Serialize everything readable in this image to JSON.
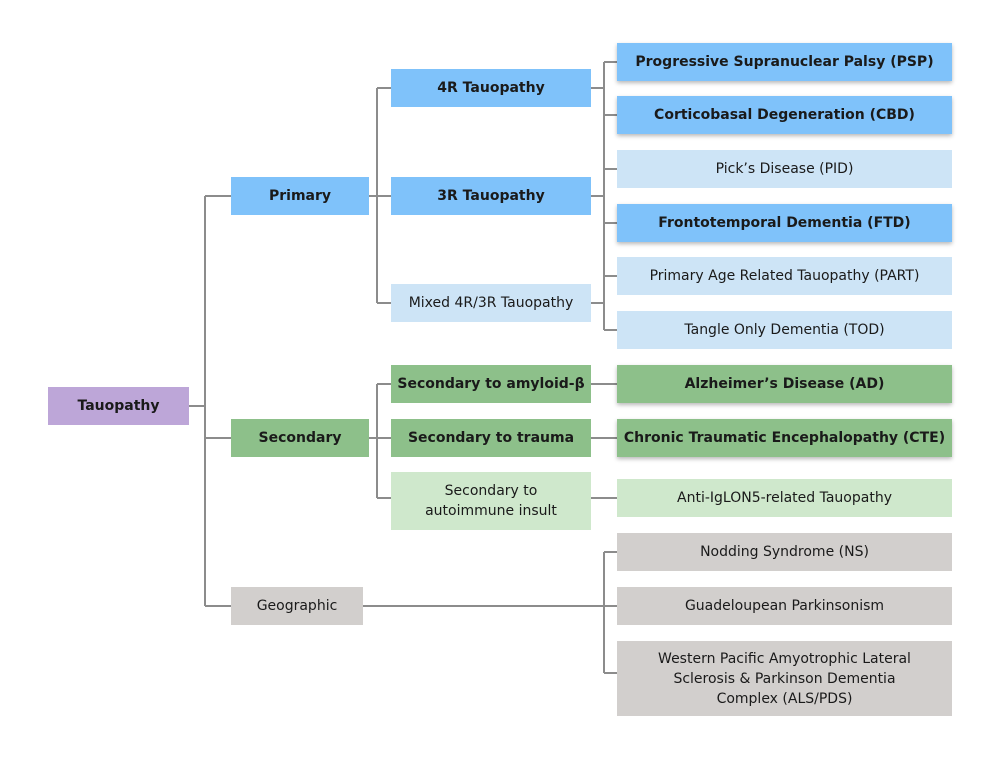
{
  "root": "Tauopathy",
  "categories": {
    "primary": "Primary",
    "secondary": "Secondary",
    "geographic": "Geographic"
  },
  "primary_types": {
    "four_r": "4R Tauopathy",
    "three_r": "3R Tauopathy",
    "mixed": "Mixed 4R/3R Tauopathy"
  },
  "primary_diseases": {
    "psp": "Progressive Supranuclear Palsy (PSP)",
    "cbd": "Corticobasal Degeneration (CBD)",
    "pid": "Pick’s Disease (PID)",
    "ftd": "Frontotemporal Dementia (FTD)",
    "part": "Primary Age Related Tauopathy (PART)",
    "tod": "Tangle Only Dementia (TOD)"
  },
  "secondary_types": {
    "amyloid": "Secondary to amyloid-β",
    "trauma": "Secondary to trauma",
    "autoimmune": "Secondary to autoimmune insult"
  },
  "secondary_diseases": {
    "ad": "Alzheimer’s Disease (AD)",
    "cte": "Chronic Traumatic Encephalopathy (CTE)",
    "iglon5": "Anti-IgLON5-related Tauopathy"
  },
  "geographic_diseases": {
    "ns": "Nodding Syndrome (NS)",
    "gp": "Guadeloupean Parkinsonism",
    "als": "Western Pacific Amyotrophic Lateral Sclerosis & Parkinson Dementia Complex (ALS/PDS)"
  },
  "colors": {
    "root": "#bda6d8",
    "primary": "#7fc2fa",
    "primary_light": "#cde4f6",
    "secondary": "#8dc08a",
    "secondary_light": "#cfe8cc",
    "geographic": "#d2cfcd",
    "connector": "#8c8c8c"
  }
}
